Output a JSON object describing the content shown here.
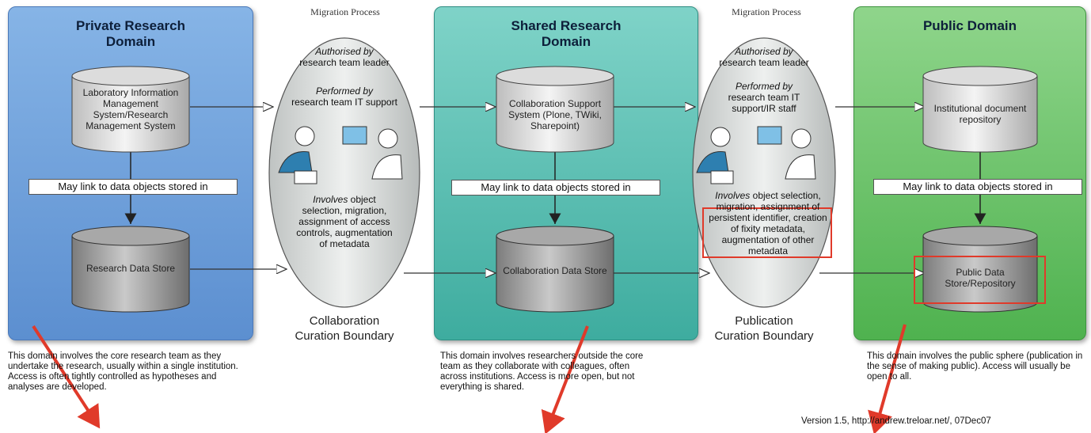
{
  "domains": {
    "private": {
      "title_line1": "Private Research",
      "title_line2": "Domain"
    },
    "shared": {
      "title_line1": "Shared Research",
      "title_line2": "Domain"
    },
    "public": {
      "title_line1": "Public Domain"
    }
  },
  "migrations": [
    {
      "header": "Migration Process",
      "authorised_by": "Authorised by",
      "authorised_rest": "research team leader",
      "performed_by": "Performed by",
      "performed_rest": "research team IT support",
      "involves": "Involves",
      "involves_rest": "object selection, migration, assignment of access controls, augmentation of metadata",
      "boundary_line1": "Collaboration",
      "boundary_line2": "Curation Boundary"
    },
    {
      "header": "Migration Process",
      "authorised_by": "Authorised by",
      "authorised_rest": "research team leader",
      "performed_by": "Performed by",
      "performed_rest": "research team IT support/IR staff",
      "involves": "Involves",
      "involves_rest_1": "object selection, migration,",
      "involves_highlight": "assignment of persistent identifier, creation of fixity metadata,",
      "involves_rest_2": "augmentation of other metadata",
      "boundary_line1": "Publication",
      "boundary_line2": "Curation Boundary"
    }
  ],
  "cylinders": {
    "lims": "Laboratory Information Management System/Research Management System",
    "research_store": "Research Data Store",
    "collab_support": "Collaboration Support System (Plone, TWiki, Sharepoint)",
    "collab_store": "Collaboration Data Store",
    "inst_repo": "Institutional document repository",
    "public_store": "Public Data Store/Repository"
  },
  "link_label": "May link to data objects stored in",
  "descriptions": {
    "private": "This domain involves the core research team as they undertake the research, usually within a single institution. Access is often tightly controlled as hypotheses and analyses are developed.",
    "shared": "This domain involves researchers outside the core team as they collaborate with colleagues, often across institutions. Access is more open, but not everything is shared.",
    "public": "This domain involves the public sphere (publication in the sense of making public). Access will usually be open to all."
  },
  "version": "Version 1.5, http://andrew.treloar.net/, 07Dec07",
  "colors": {
    "private_panel": "#6f9fdc",
    "shared_panel": "#52bcb0",
    "public_panel": "#62bf5e",
    "annotation_red": "#e03a2a"
  }
}
